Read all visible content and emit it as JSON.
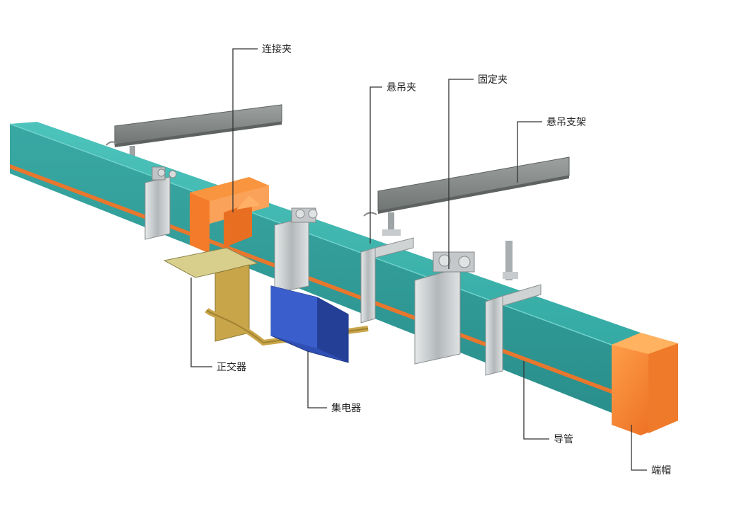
{
  "labels": {
    "connector_clamp": "连接夹",
    "hanger_clamp": "悬吊夹",
    "fixed_clamp": "固定夹",
    "hanger_bracket": "悬吊支架",
    "tow_arm": "正交器",
    "collector": "集电器",
    "conductor_tube": "导管",
    "end_cap": "端帽"
  },
  "colors": {
    "rail_top": "#3fb5ae",
    "rail_side": "#2f9d99",
    "stripe": "#e8772e",
    "orange_part": "#f47b2a",
    "bracket": "#8a8f8e",
    "collector_blue": "#2f4fb4",
    "arm_gold": "#c9a54a",
    "metal": "#c8ccce"
  }
}
